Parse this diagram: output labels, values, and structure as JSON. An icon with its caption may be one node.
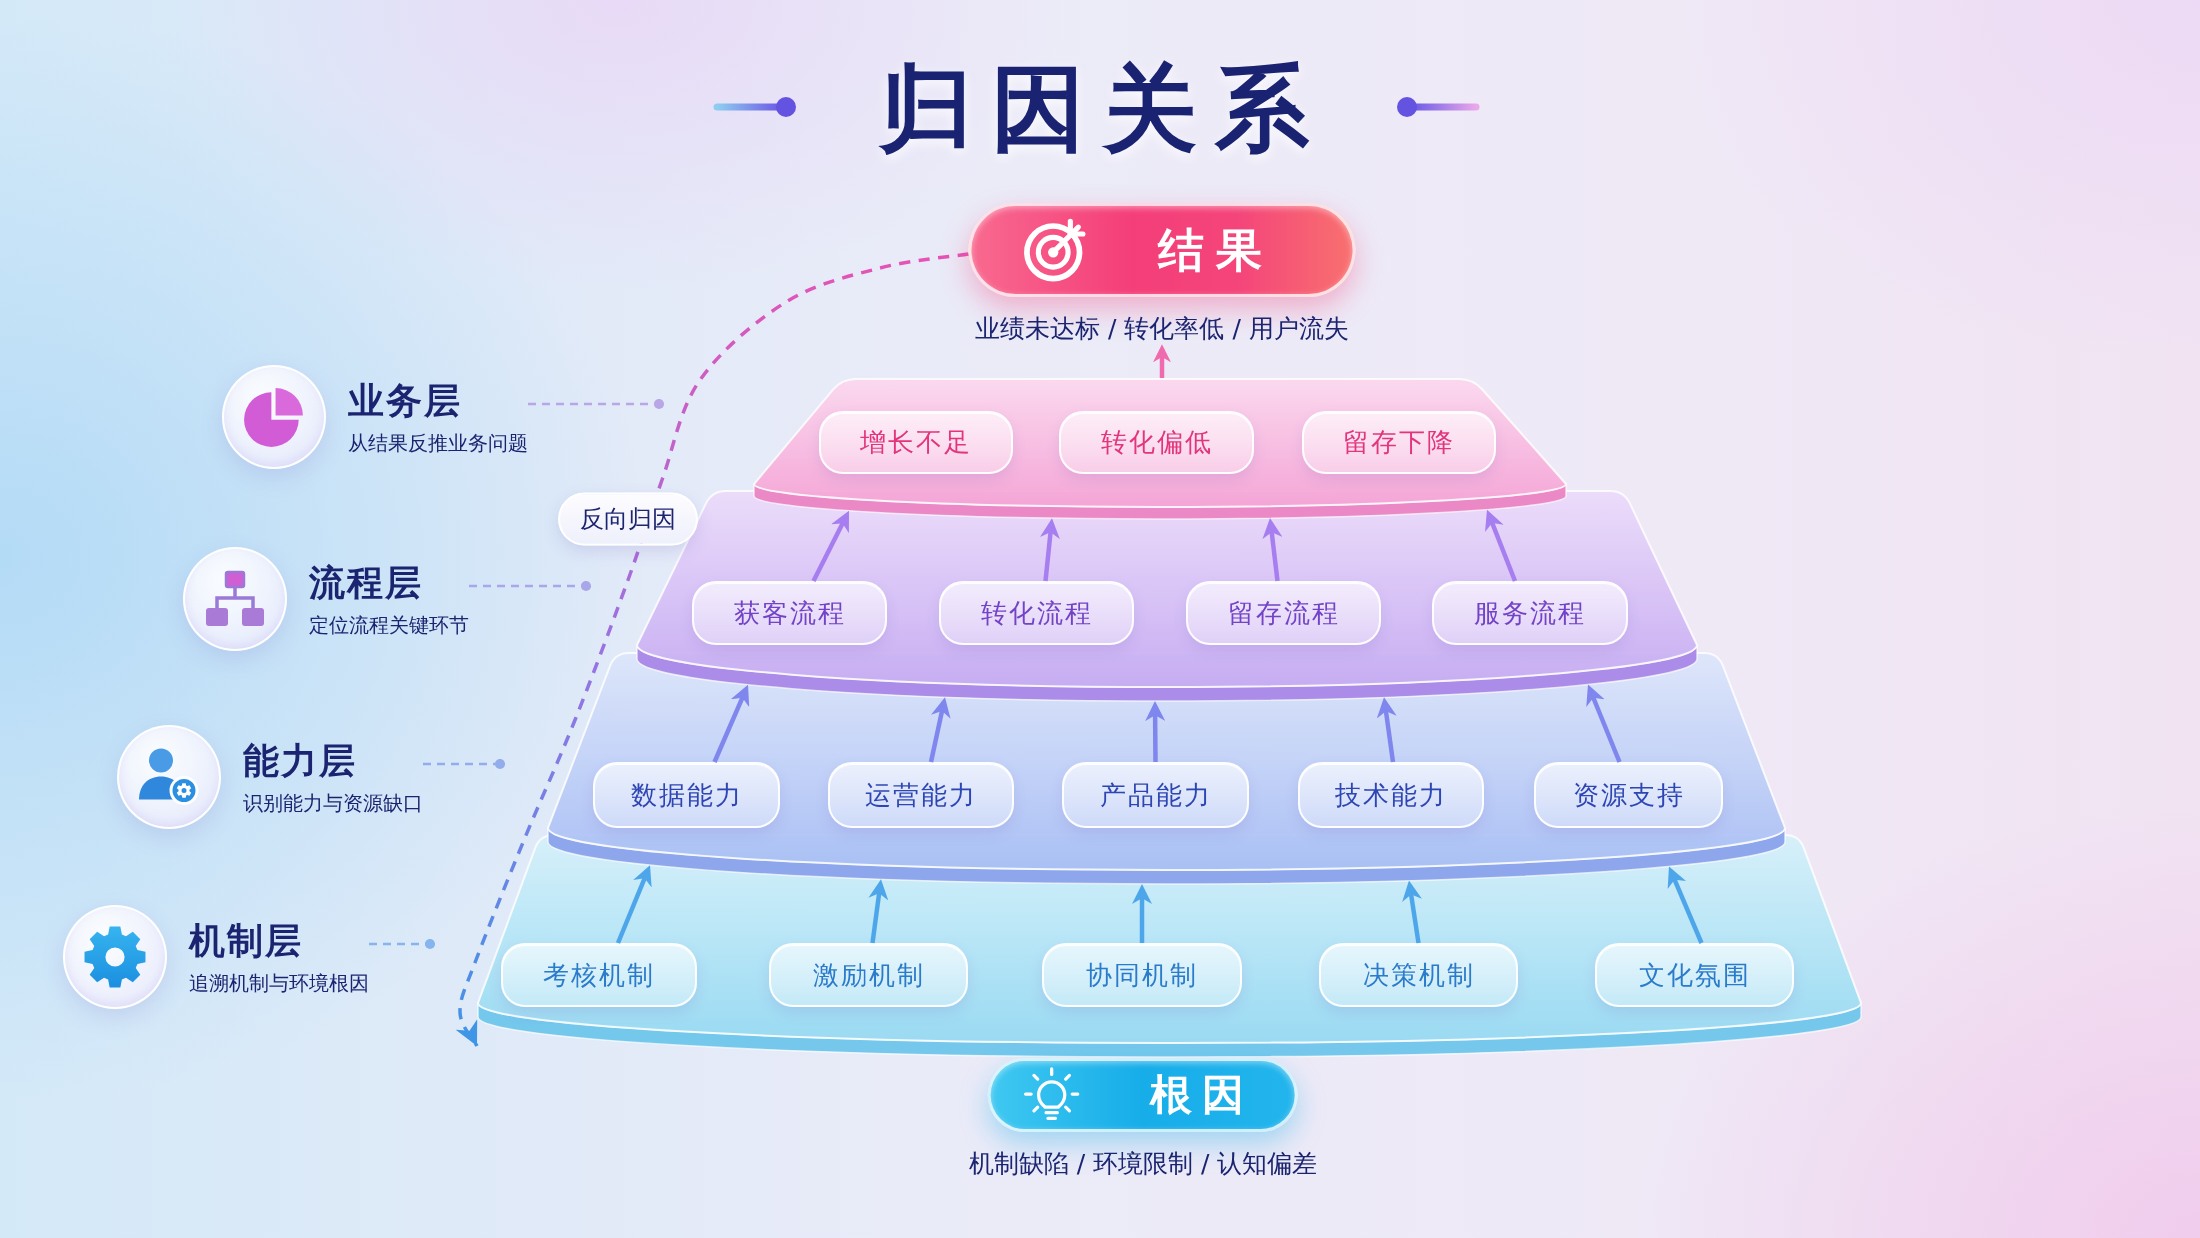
{
  "diagram": {
    "title": "归因关系",
    "nodes": [
      {
        "text": [
          "结果"
        ],
        "beside": [
          "业绩未达标 / 转化率低 / 用户流失"
        ]
      },
      {
        "text": [],
        "shape": "band"
      },
      {
        "text": [
          "增长不足"
        ],
        "in": 1
      },
      {
        "text": [
          "转化偏低"
        ],
        "in": 1
      },
      {
        "text": [
          "留存下降"
        ],
        "in": 1
      },
      {
        "text": [],
        "shape": "band"
      },
      {
        "text": [
          "获客流程"
        ],
        "in": 5
      },
      {
        "text": [
          "转化流程"
        ],
        "in": 5
      },
      {
        "text": [
          "留存流程"
        ],
        "in": 5
      },
      {
        "text": [
          "服务流程"
        ],
        "in": 5
      },
      {
        "text": [],
        "shape": "band"
      },
      {
        "text": [
          "数据能力"
        ],
        "in": 10
      },
      {
        "text": [
          "运营能力"
        ],
        "in": 10
      },
      {
        "text": [
          "产品能力"
        ],
        "in": 10
      },
      {
        "text": [
          "技术能力"
        ],
        "in": 10
      },
      {
        "text": [
          "资源支持"
        ],
        "in": 10
      },
      {
        "text": [],
        "shape": "band"
      },
      {
        "text": [
          "考核机制"
        ],
        "in": 16
      },
      {
        "text": [
          "激励机制"
        ],
        "in": 16
      },
      {
        "text": [
          "协同机制"
        ],
        "in": 16
      },
      {
        "text": [
          "决策机制"
        ],
        "in": 16
      },
      {
        "text": [
          "文化氛围"
        ],
        "in": 16
      },
      {
        "text": [
          "根因"
        ],
        "beside": [
          "机制缺陷 / 环境限制 / 认知偏差"
        ]
      },
      {
        "text": [
          "业务层",
          "从结果反推业务问题"
        ]
      },
      {
        "text": [
          "流程层",
          "定位流程关键环节"
        ]
      },
      {
        "text": [
          "能力层",
          "识别能力与资源缺口"
        ]
      },
      {
        "text": [
          "机制层",
          "追溯机制与环境根因"
        ]
      }
    ],
    "edges": [
      {
        "from": 1,
        "to": 0,
        "arrow": "to",
        "color": "#f06aae"
      },
      {
        "from": 6,
        "to": 1,
        "arrow": "to",
        "color": "#a77ef0"
      },
      {
        "from": 7,
        "to": 1,
        "arrow": "to",
        "color": "#a77ef0"
      },
      {
        "from": 8,
        "to": 1,
        "arrow": "to",
        "color": "#a77ef0"
      },
      {
        "from": 9,
        "to": 1,
        "arrow": "to",
        "color": "#a77ef0"
      },
      {
        "from": 11,
        "to": 5,
        "arrow": "to",
        "color": "#7f86ee"
      },
      {
        "from": 12,
        "to": 5,
        "arrow": "to",
        "color": "#7f86ee"
      },
      {
        "from": 13,
        "to": 5,
        "arrow": "to",
        "color": "#7f86ee"
      },
      {
        "from": 14,
        "to": 5,
        "arrow": "to",
        "color": "#7f86ee"
      },
      {
        "from": 15,
        "to": 5,
        "arrow": "to",
        "color": "#7f86ee"
      },
      {
        "from": 17,
        "to": 10,
        "arrow": "to",
        "color": "#4ea6ea"
      },
      {
        "from": 18,
        "to": 10,
        "arrow": "to",
        "color": "#4ea6ea"
      },
      {
        "from": 19,
        "to": 10,
        "arrow": "to",
        "color": "#4ea6ea"
      },
      {
        "from": 20,
        "to": 10,
        "arrow": "to",
        "color": "#4ea6ea"
      },
      {
        "from": 21,
        "to": 10,
        "arrow": "to",
        "color": "#4ea6ea"
      },
      {
        "from": 0,
        "to": 16,
        "arrow": "to",
        "label": "反向归因",
        "style": "dashed",
        "color": "#e553b4"
      },
      {
        "from": 23,
        "to": null,
        "arrow": "other",
        "style": "dashed",
        "color": "#b8a6e6"
      },
      {
        "from": 24,
        "to": null,
        "arrow": "other",
        "style": "dashed",
        "color": "#a9a6ea"
      },
      {
        "from": 25,
        "to": null,
        "arrow": "other",
        "style": "dashed",
        "color": "#93acec"
      },
      {
        "from": 26,
        "to": null,
        "arrow": "other",
        "style": "dashed",
        "color": "#86b4ec"
      }
    ]
  }
}
